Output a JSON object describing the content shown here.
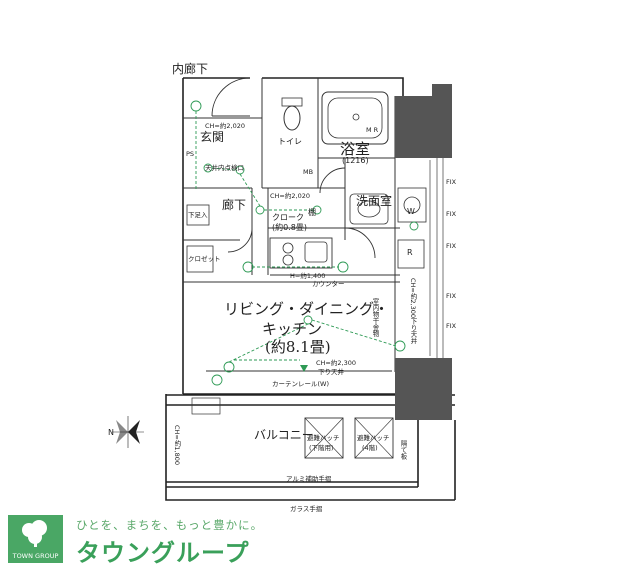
{
  "labels": {
    "corridor": "内廊下",
    "entrance": "玄関",
    "entrance_ch": "CH=約2,020",
    "toilet": "トイレ",
    "bath": "浴室",
    "bath_size": "(1216)",
    "washroom": "洗面室",
    "hallway": "廊下",
    "hallway_ch": "CH=約2,020",
    "closet": "クローク",
    "closet_size": "(約0.8畳)",
    "shelf": "棚",
    "shoebox": "下足入",
    "clothes_bin": "クロゼット",
    "ceiling_note": "天井内点検口",
    "counter": "カウンター",
    "counter_h": "H=約1,400",
    "ldk_line1": "リビング・ダイニング・",
    "ldk_line2": "キッチン",
    "ldk_size": "(約8.1畳)",
    "drop_ceiling_right": "CH=約2,300下り天井",
    "drop_ceiling_bottom": "CH=約2,300",
    "drop_ceiling_bottom2": "下り天井",
    "indoor_dryer": "室内物干金物",
    "curtain_rail": "カーテンレール(W)",
    "balcony": "バルコニー",
    "hatch1": "避難ハッチ",
    "hatch1_sub": "(下階用)",
    "hatch2": "避難ハッチ",
    "hatch2_sub": "(4階)",
    "partition": "隔て板",
    "aluminum_rail": "アルミ補助手摺",
    "glass_rail": "ガラス手摺",
    "fix": "FIX",
    "ps": "PS",
    "mb": "MB",
    "ch_left": "CH=約1,800",
    "wm": "W",
    "fridge": "R",
    "mr": "M R",
    "north": "N"
  },
  "brand": {
    "logo_text": "TOWN GROUP",
    "tagline": "ひとを、まちを、もっと豊かに。",
    "name": "タウングループ",
    "color": "#3aa05a"
  },
  "colors": {
    "wall": "#222222",
    "pillar": "#444444",
    "accent_green": "#2e9a55"
  }
}
